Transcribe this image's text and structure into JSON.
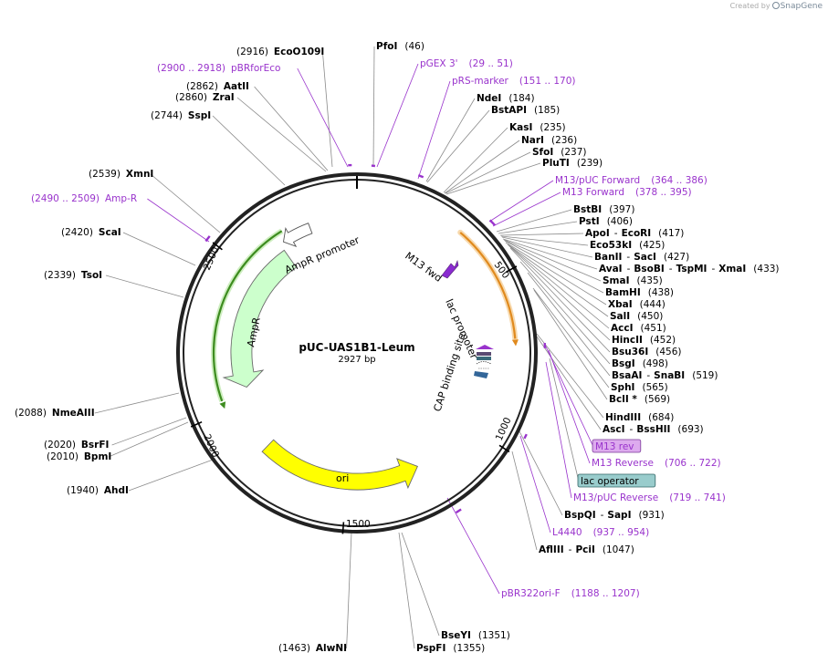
{
  "branding": {
    "created_by": "Created by",
    "product": "SnapGene"
  },
  "plasmid": {
    "name": "pUC-UAS1B1-Leum",
    "size_label": "2927 bp",
    "length": 2927
  },
  "ruler": [
    {
      "pos": 500,
      "label": "500"
    },
    {
      "pos": 1000,
      "label": "1000"
    },
    {
      "pos": 1500,
      "label": "1500"
    },
    {
      "pos": 2000,
      "label": "2000"
    },
    {
      "pos": 2500,
      "label": "2500"
    }
  ],
  "features": [
    {
      "name": "M13 fwd",
      "start": 364,
      "end": 386,
      "color": "#9933cc"
    },
    {
      "name": "lac promoter",
      "start": 475,
      "end": 505,
      "color": "#6a6a6a"
    },
    {
      "name": "CAP binding site",
      "start": 520,
      "end": 540,
      "color": "#336699"
    },
    {
      "name": "ori",
      "start": 1230,
      "end": 1820,
      "color": "#ffff00"
    },
    {
      "name": "AmpR",
      "start": 2050,
      "end": 2650,
      "color": "#ccffcc"
    },
    {
      "name": "AmpR promoter",
      "start": 2660,
      "end": 2760,
      "color": "#ffffff"
    }
  ],
  "labels": [
    {
      "text": "(2916)",
      "name": "EcoO109I",
      "kind": "site"
    },
    {
      "text": "PfoI",
      "pos": "(46)",
      "kind": "site"
    },
    {
      "text": "(2900 .. 2918)",
      "name": "pBRforEco",
      "kind": "primer"
    },
    {
      "text": "pGEX 3'",
      "pos": "(29 .. 51)",
      "kind": "primer"
    },
    {
      "text": "(2862)",
      "name": "AatII",
      "kind": "site"
    },
    {
      "text": "(2860)",
      "name": "ZraI",
      "kind": "site"
    },
    {
      "text": "pRS-marker",
      "pos": "(151 .. 170)",
      "kind": "primer"
    },
    {
      "text": "NdeI",
      "pos": "(184)",
      "kind": "site"
    },
    {
      "text": "(2744)",
      "name": "SspI",
      "kind": "site"
    },
    {
      "text": "BstAPI",
      "pos": "(185)",
      "kind": "site"
    },
    {
      "text": "KasI",
      "pos": "(235)",
      "kind": "site"
    },
    {
      "text": "NarI",
      "pos": "(236)",
      "kind": "site"
    },
    {
      "text": "SfoI",
      "pos": "(237)",
      "kind": "site"
    },
    {
      "text": "PluTI",
      "pos": "(239)",
      "kind": "site"
    },
    {
      "text": "(2539)",
      "name": "XmnI",
      "kind": "site"
    },
    {
      "text": "M13/pUC Forward",
      "pos": "(364 .. 386)",
      "kind": "primer"
    },
    {
      "text": "M13 Forward",
      "pos": "(378 .. 395)",
      "kind": "primer"
    },
    {
      "text": "(2490 .. 2509)",
      "name": "Amp-R",
      "kind": "primer"
    },
    {
      "text": "BstBI",
      "pos": "(397)",
      "kind": "site"
    },
    {
      "text": "PstI",
      "pos": "(406)",
      "kind": "site"
    },
    {
      "text": "ApoI - EcoRI",
      "pos": "(417)",
      "kind": "site"
    },
    {
      "text": "(2420)",
      "name": "ScaI",
      "kind": "site"
    },
    {
      "text": "Eco53kI",
      "pos": "(425)",
      "kind": "site"
    },
    {
      "text": "BanII - SacI",
      "pos": "(427)",
      "kind": "site"
    },
    {
      "text": "AvaI - BsoBI - TspMI - XmaI",
      "pos": "(433)",
      "kind": "site"
    },
    {
      "text": "(2339)",
      "name": "TsoI",
      "kind": "site"
    },
    {
      "text": "SmaI",
      "pos": "(435)",
      "kind": "site"
    },
    {
      "text": "BamHI",
      "pos": "(438)",
      "kind": "site"
    },
    {
      "text": "XbaI",
      "pos": "(444)",
      "kind": "site"
    },
    {
      "text": "SalI",
      "pos": "(450)",
      "kind": "site"
    },
    {
      "text": "AccI",
      "pos": "(451)",
      "kind": "site"
    },
    {
      "text": "HincII",
      "pos": "(452)",
      "kind": "site"
    },
    {
      "text": "Bsu36I",
      "pos": "(456)",
      "kind": "site"
    },
    {
      "text": "BsgI",
      "pos": "(498)",
      "kind": "site"
    },
    {
      "text": "BsaAI - SnaBI",
      "pos": "(519)",
      "kind": "site"
    },
    {
      "text": "SphI",
      "pos": "(565)",
      "kind": "site"
    },
    {
      "text": "BclI *",
      "pos": "(569)",
      "kind": "site"
    },
    {
      "text": "(2088)",
      "name": "NmeAIII",
      "kind": "site"
    },
    {
      "text": "HindIII",
      "pos": "(684)",
      "kind": "site"
    },
    {
      "text": "AscI - BssHII",
      "pos": "(693)",
      "kind": "site"
    },
    {
      "text": "(2020)",
      "name": "BsrFI",
      "kind": "site"
    },
    {
      "text": "(2010)",
      "name": "BpmI",
      "kind": "site"
    },
    {
      "text": "M13 rev",
      "pos": "",
      "kind": "boxed-primer"
    },
    {
      "text": "M13 Reverse",
      "pos": "(706 .. 722)",
      "kind": "primer"
    },
    {
      "text": "lac operator",
      "pos": "",
      "kind": "boxed-feature"
    },
    {
      "text": "(1940)",
      "name": "AhdI",
      "kind": "site"
    },
    {
      "text": "M13/pUC Reverse",
      "pos": "(719 .. 741)",
      "kind": "primer"
    },
    {
      "text": "BspQI - SapI",
      "pos": "(931)",
      "kind": "site"
    },
    {
      "text": "L4440",
      "pos": "(937 .. 954)",
      "kind": "primer"
    },
    {
      "text": "AflIII - PciI",
      "pos": "(1047)",
      "kind": "site"
    },
    {
      "text": "pBR322ori-F",
      "pos": "(1188 .. 1207)",
      "kind": "primer"
    },
    {
      "text": "BseYI",
      "pos": "(1351)",
      "kind": "site"
    },
    {
      "text": "(1463)",
      "name": "AlwNI",
      "kind": "site"
    },
    {
      "text": "PspFI",
      "pos": "(1355)",
      "kind": "site"
    }
  ],
  "colors": {
    "primer": "#9933cc",
    "backbone": "#222222",
    "ampr_fill": "#ccffcc",
    "ampr_edge": "#3d8c1f",
    "ori_fill": "#ffff00",
    "mcs_arc": "#e08a1e",
    "lac_operator_fill": "#99cccc",
    "m13rev_fill": "#ddaaee"
  }
}
